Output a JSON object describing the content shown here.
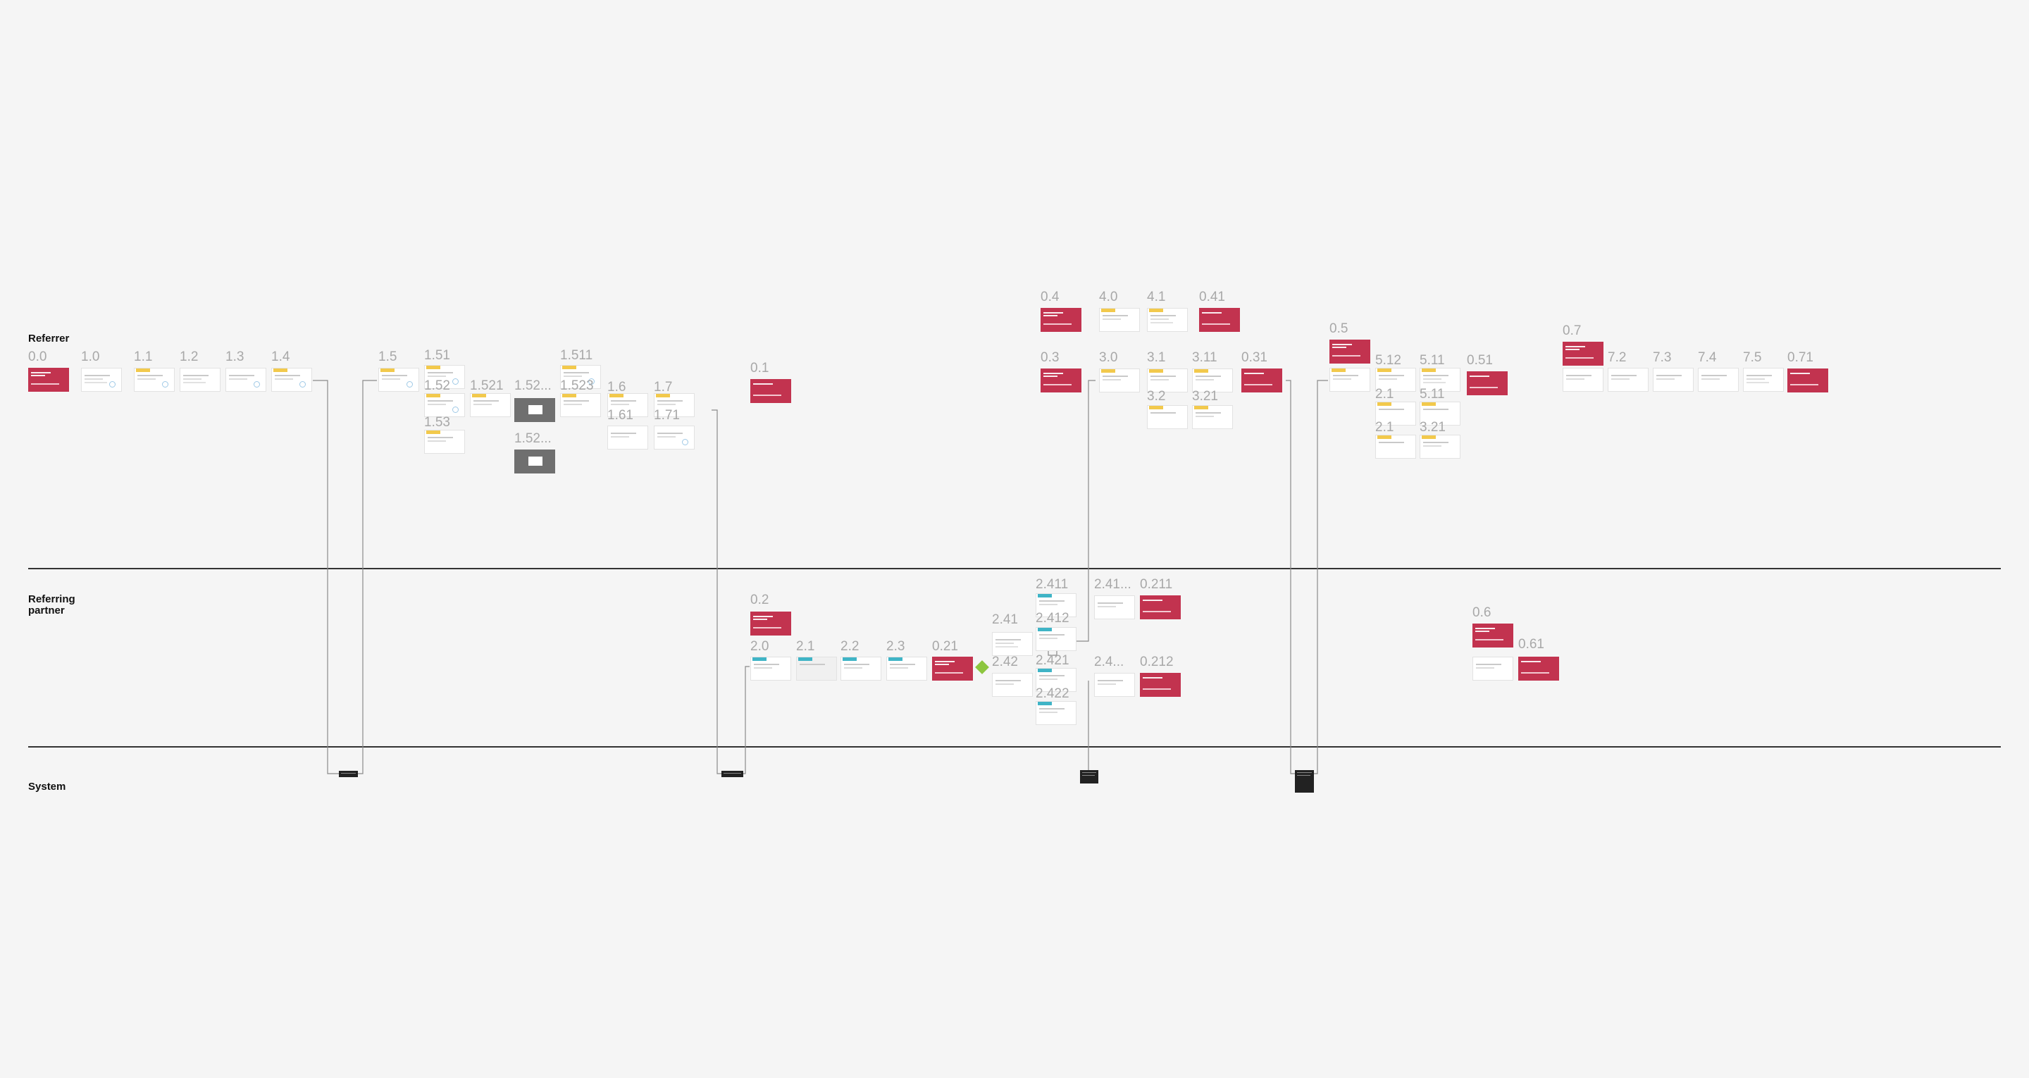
{
  "lanes": {
    "referrer": "Referrer",
    "partner": "Referring\npartner",
    "system": "System"
  },
  "colors": {
    "background": "#f5f5f5",
    "accent_card": "#c2334f",
    "tag_yellow": "#f2c94c",
    "tag_teal": "#3fb4c6",
    "decision": "#8dc63f"
  },
  "labels": {
    "l_0_0": "0.0",
    "l_1_0": "1.0",
    "l_1_1": "1.1",
    "l_1_2": "1.2",
    "l_1_3": "1.3",
    "l_1_4": "1.4",
    "l_1_5": "1.5",
    "l_1_51": "1.51",
    "l_1_52": "1.52",
    "l_1_521": "1.521",
    "l_1_52a": "1.52...",
    "l_1_52b": "1.52...",
    "l_1_53": "1.53",
    "l_1_511": "1.511",
    "l_1_523": "1.523",
    "l_1_6": "1.6",
    "l_1_7": "1.7",
    "l_1_61": "1.61",
    "l_1_71": "1.71",
    "l_0_1": "0.1",
    "l_0_4": "0.4",
    "l_4_0": "4.0",
    "l_4_1": "4.1",
    "l_0_41": "0.41",
    "l_0_3": "0.3",
    "l_3_0": "3.0",
    "l_3_1": "3.1",
    "l_3_11": "3.11",
    "l_0_31": "0.31",
    "l_3_2": "3.2",
    "l_3_21": "3.21",
    "l_0_5": "0.5",
    "l_5_12": "5.12",
    "l_5_11": "5.11",
    "l_0_51": "0.51",
    "l_2_1r": "2.1",
    "l_5_11b": "5.11",
    "l_2_1s": "2.1",
    "l_3_21b": "3.21",
    "l_0_7": "0.7",
    "l_7_2": "7.2",
    "l_7_3": "7.3",
    "l_7_4": "7.4",
    "l_7_5": "7.5",
    "l_0_71": "0.71",
    "l_0_2": "0.2",
    "l_2_0": "2.0",
    "l_2_1": "2.1",
    "l_2_2": "2.2",
    "l_2_3": "2.3",
    "l_0_21": "0.21",
    "l_2_41": "2.41",
    "l_2_42": "2.42",
    "l_2_411": "2.411",
    "l_2_412": "2.412",
    "l_2_421": "2.421",
    "l_2_422": "2.422",
    "l_2_41x": "2.41...",
    "l_2_4x": "2.4...",
    "l_0_211": "0.211",
    "l_0_212": "0.212",
    "l_0_6": "0.6",
    "l_0_61": "0.61"
  }
}
